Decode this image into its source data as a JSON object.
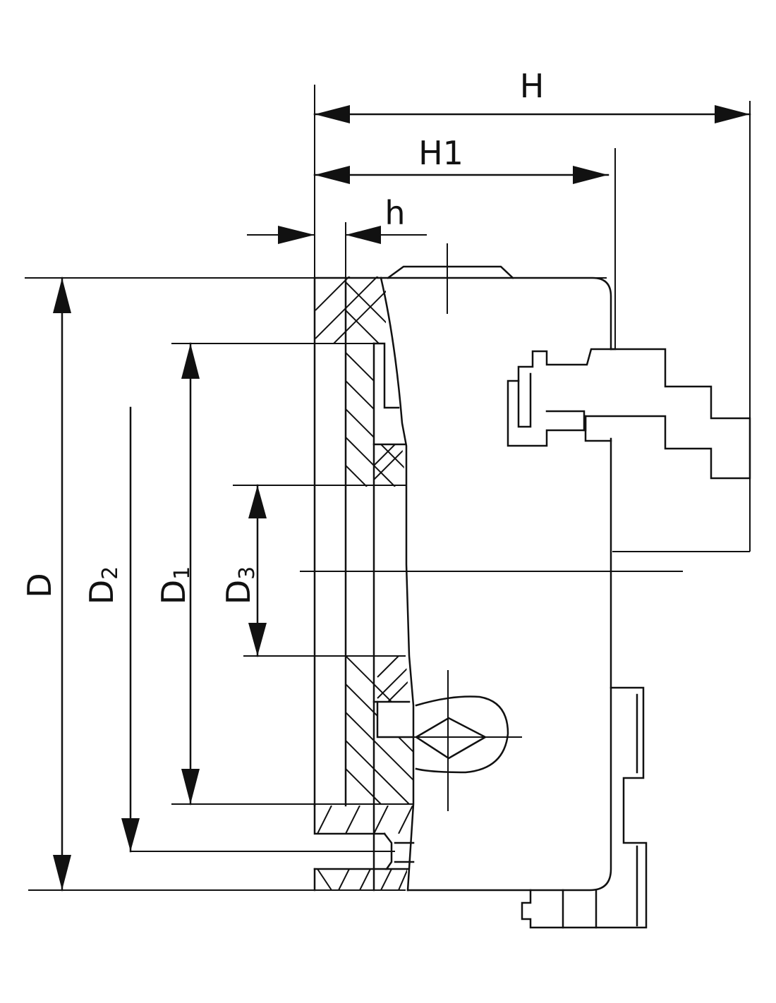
{
  "drawing": {
    "title": "",
    "line_color": "#111111",
    "background": "#ffffff"
  },
  "dimensions": {
    "H": "H",
    "H1": "H1",
    "h": "h",
    "D": "D",
    "D2_main": "D",
    "D2_sub": "2",
    "D1_main": "D",
    "D1_sub": "1",
    "D3_main": "D",
    "D3_sub": "3"
  }
}
